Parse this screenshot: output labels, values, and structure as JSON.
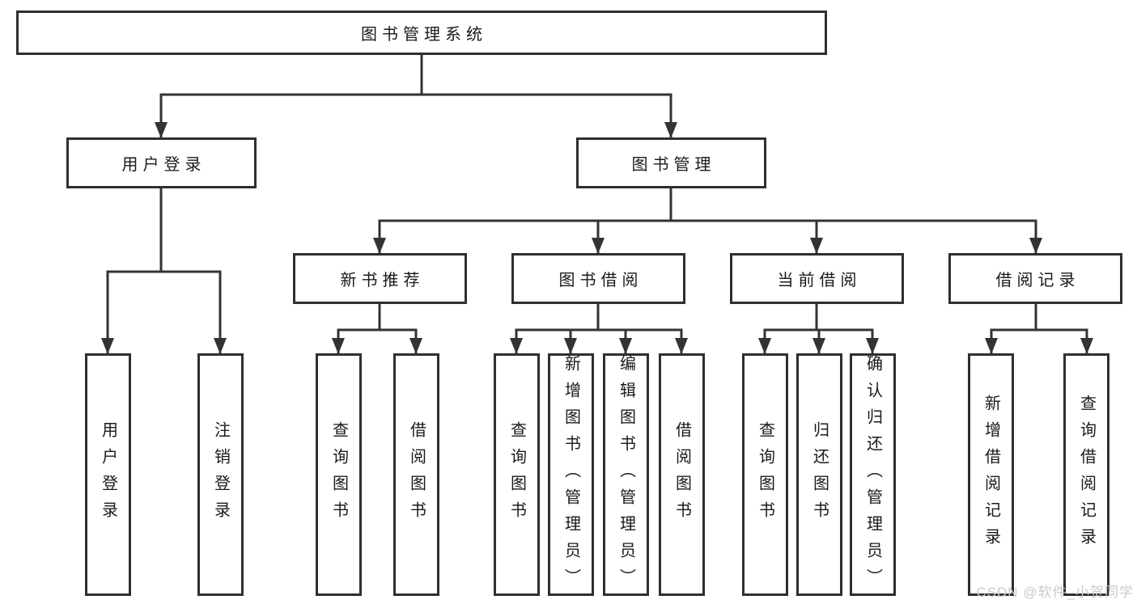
{
  "diagram": {
    "root": "图书管理系统",
    "level1": [
      "用户登录",
      "图书管理"
    ],
    "level2": [
      "新书推荐",
      "图书借阅",
      "当前借阅",
      "借阅记录"
    ],
    "leaves": {
      "user_login": [
        "用户登录",
        "注销登录"
      ],
      "new_book_recommendation": [
        "查询图书",
        "借阅图书"
      ],
      "book_borrowing": [
        "查询图书",
        "新增图书（管理员）",
        "编辑图书（管理员）",
        "借阅图书"
      ],
      "current_borrowing": [
        "查询图书",
        "归还图书",
        "确认归还（管理员）"
      ],
      "borrowing_records": [
        "新增借阅记录",
        "查询借阅记录"
      ]
    }
  },
  "watermark": "CSDN @软件_小贺同学",
  "colors": {
    "line": "#333333",
    "text": "#1a1a1a",
    "watermark": "#cbcbcb",
    "background": "#ffffff"
  }
}
